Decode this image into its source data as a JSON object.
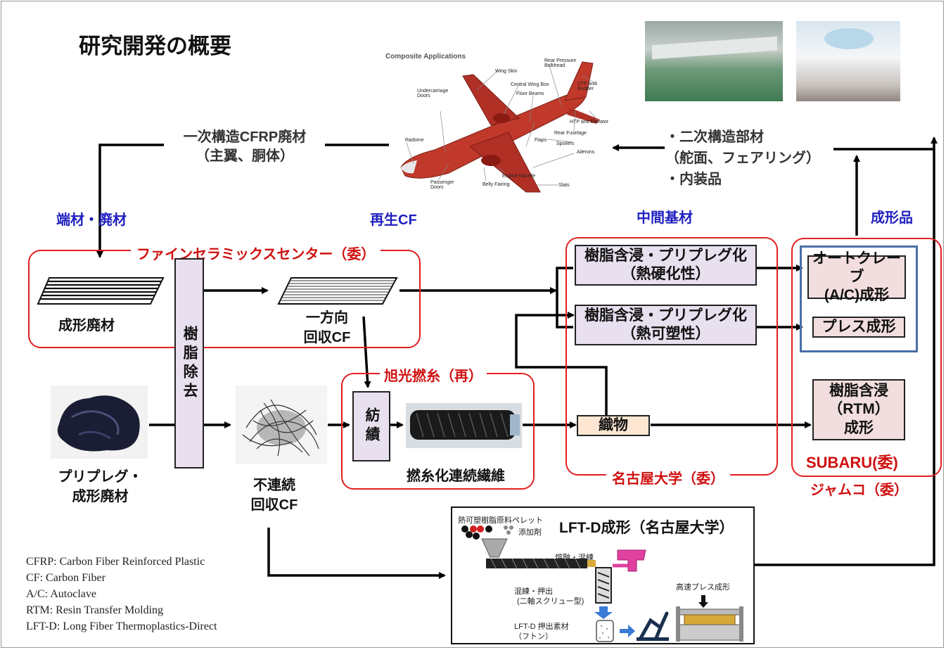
{
  "title": "研究開発の概要",
  "airplane": {
    "heading": "Composite Applications",
    "labels": [
      "Wing Skin",
      "Central Wing Box",
      "Floor Beams",
      "Rear Pressure Bulkhead",
      "VTP and Rudder",
      "HTP and Elevator",
      "Rear Fuselage",
      "Spoilers",
      "Ailerons",
      "Flaps",
      "Slats",
      "Engine Nacelle",
      "Belly Fairing",
      "Passenger Doors",
      "Radome",
      "Undercarriage Doors"
    ]
  },
  "primary_waste": {
    "line1": "一次構造CFRP廃材",
    "line2": "（主翼、胴体）"
  },
  "secondary": {
    "line1": "・二次構造部材",
    "line2": "（舵面、フェアリング）",
    "line3": "・内装品"
  },
  "labels": {
    "scrap": "端材・廃材",
    "recycled_cf": "再生CF",
    "intermediate": "中間基材",
    "molded": "成形品"
  },
  "orgs": {
    "fine_ceramics": "ファインセラミックスセンター（委）",
    "asahi": "旭光撚糸（再）",
    "nagoya": "名古屋大学（委）",
    "subaru": "SUBARU(委)",
    "jamco": "ジャムコ（委）"
  },
  "nodes": {
    "molding_waste": "成形廃材",
    "resin_removal": "樹脂除去",
    "unidirectional_1": "一方向",
    "unidirectional_2": "回収CF",
    "prepreg_1": "プリプレグ・",
    "prepreg_2": "成形廃材",
    "discontinuous_1": "不連続",
    "discontinuous_2": "回収CF",
    "spinning": "紡績",
    "twisted": "撚糸化連続繊維",
    "thermoset_1": "樹脂含浸・プリプレグ化",
    "thermoset_2": "（熱硬化性）",
    "thermoplastic_1": "樹脂含浸・プリプレグ化",
    "thermoplastic_2": "（熱可塑性）",
    "fabric": "織物",
    "autoclave_1": "オートクレーブ",
    "autoclave_2": "(A/C)成形",
    "press": "プレス成形",
    "rtm_1": "樹脂含浸",
    "rtm_2": "（RTM）",
    "rtm_3": "成形"
  },
  "lftd": {
    "title": "LFT-D成形（名古屋大学）",
    "pellet": "熱可塑樹脂原料ペレット",
    "additive": "添加剤",
    "melt": "熔融・混練",
    "extrude_1": "混練・押出",
    "extrude_2": "(二軸スクリュー型)",
    "material_1": "LFT-D 押出素材",
    "material_2": "（フトン）",
    "press": "高速プレス成形"
  },
  "legend": [
    "CFRP: Carbon Fiber Reinforced Plastic",
    "CF: Carbon Fiber",
    "A/C: Autoclave",
    "RTM: Resin Transfer Molding",
    "LFT-D: Long Fiber Thermoplastics-Direct"
  ],
  "colors": {
    "blue_label": "#1f1fbf",
    "red_label": "#d01010",
    "process_box": "#e8e0ee",
    "output_box": "#f2dede",
    "fabric_box": "#fde7d2",
    "subaru_box": "#4a6fa5"
  }
}
